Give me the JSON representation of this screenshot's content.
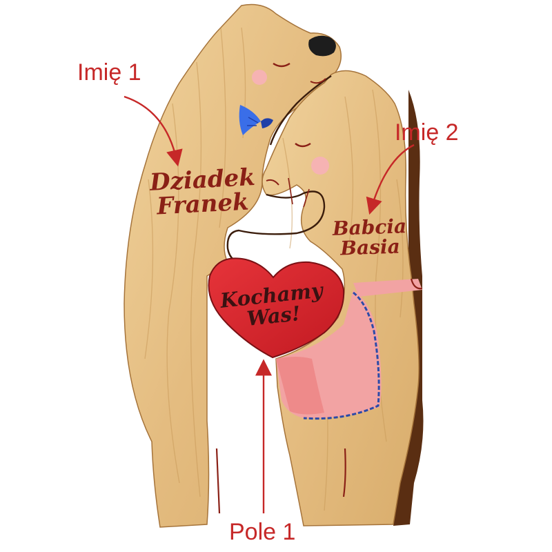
{
  "callouts": {
    "name1_label": "Imię 1",
    "name2_label": "Imię 2",
    "field1_label": "Pole 1"
  },
  "engraving": {
    "name1_line1": "Dziadek",
    "name1_line2": "Franek",
    "name2_line1": "Babcia",
    "name2_line2": "Basia",
    "heart_line1": "Kochamy",
    "heart_line2": "Was!"
  },
  "colors": {
    "wood": "#e8c48a",
    "wood_grain": "#c99a5a",
    "wood_edge": "#5a2e12",
    "heart": "#d8232a",
    "callout": "#c62828",
    "engraving": "#8a2016",
    "apron": "#f2a3a3",
    "apron_trim": "#2c4aa8",
    "bow": "#3a6ee8",
    "cheek": "#f6b3b3"
  }
}
